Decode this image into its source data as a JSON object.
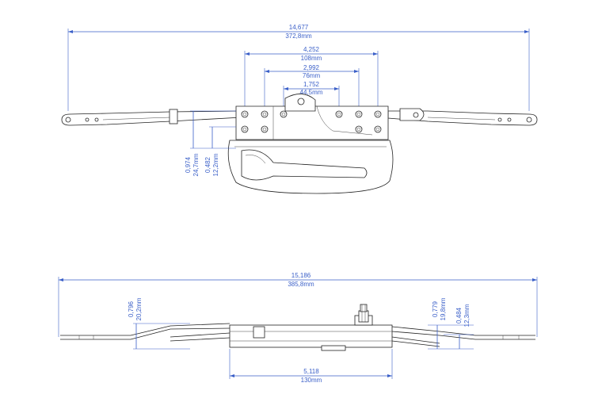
{
  "top_view": {
    "overall_in": "14,677",
    "overall_mm": "372,8mm",
    "hole_span_a_in": "4,252",
    "hole_span_a_mm": "108mm",
    "hole_span_b_in": "2,992",
    "hole_span_b_mm": "76mm",
    "hole_span_c_in": "1,752",
    "hole_span_c_mm": "44,5mm",
    "height_a_in": "0,974",
    "height_a_mm": "24,7mm",
    "height_b_in": "0,482",
    "height_b_mm": "12,2mm"
  },
  "side_view": {
    "overall_in": "15,186",
    "overall_mm": "385,8mm",
    "left_height_in": "0,796",
    "left_height_mm": "20,2mm",
    "right_height_in": "0,779",
    "right_height_mm": "19,8mm",
    "right_small_in": "0,484",
    "right_small_mm": "12,3mm",
    "body_in": "5,118",
    "body_mm": "130mm"
  },
  "colors": {
    "dimension": "#3a5fc8",
    "part_outline": "#222222"
  }
}
